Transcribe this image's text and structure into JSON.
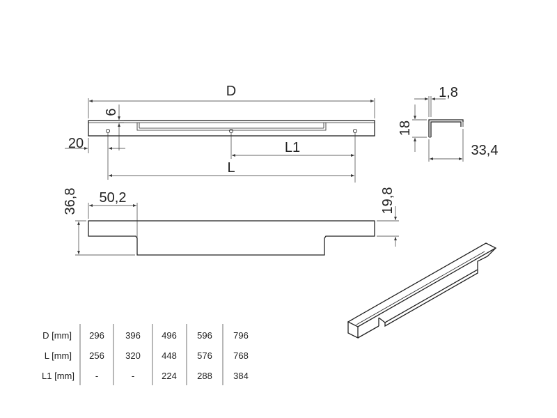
{
  "dimensions": {
    "D": "D",
    "L1": "L1",
    "L": "L",
    "six": "6",
    "twenty": "20",
    "one_eight": "1,8",
    "eighteen": "18",
    "thirty_three_four": "33,4",
    "thirty_six_eight": "36,8",
    "fifty_two": "50,2",
    "nineteen_eight": "19,8"
  },
  "table": {
    "rows": [
      {
        "label": "D [mm]",
        "values": [
          "296",
          "396",
          "496",
          "596",
          "796"
        ]
      },
      {
        "label": "L [mm]",
        "values": [
          "256",
          "320",
          "448",
          "576",
          "768"
        ]
      },
      {
        "label": "L1 [mm]",
        "values": [
          "-",
          "-",
          "224",
          "288",
          "384"
        ]
      }
    ]
  }
}
